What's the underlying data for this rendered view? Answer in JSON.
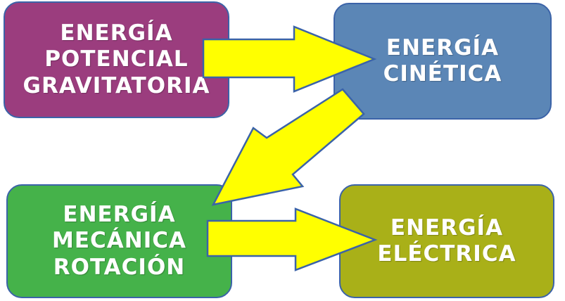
{
  "nodes": {
    "potencial": {
      "lines": [
        "ENERGÍA",
        "POTENCIAL",
        "GRAVITATORIA"
      ],
      "color": "#9b3d7e"
    },
    "cinetica": {
      "lines": [
        "ENERGÍA",
        "CINÉTICA"
      ],
      "color": "#5b86b6"
    },
    "mecanica": {
      "lines": [
        "ENERGÍA",
        "MECÁNICA",
        "ROTACIÓN"
      ],
      "color": "#45b24a"
    },
    "electrica": {
      "lines": [
        "ENERGÍA",
        "ELÉCTRICA"
      ],
      "color": "#a9b018"
    }
  },
  "arrow_color": "#ffff00",
  "border_color": "#3b63a8",
  "edges": [
    {
      "from": "potencial",
      "to": "cinetica"
    },
    {
      "from": "cinetica",
      "to": "mecanica"
    },
    {
      "from": "mecanica",
      "to": "electrica"
    }
  ]
}
